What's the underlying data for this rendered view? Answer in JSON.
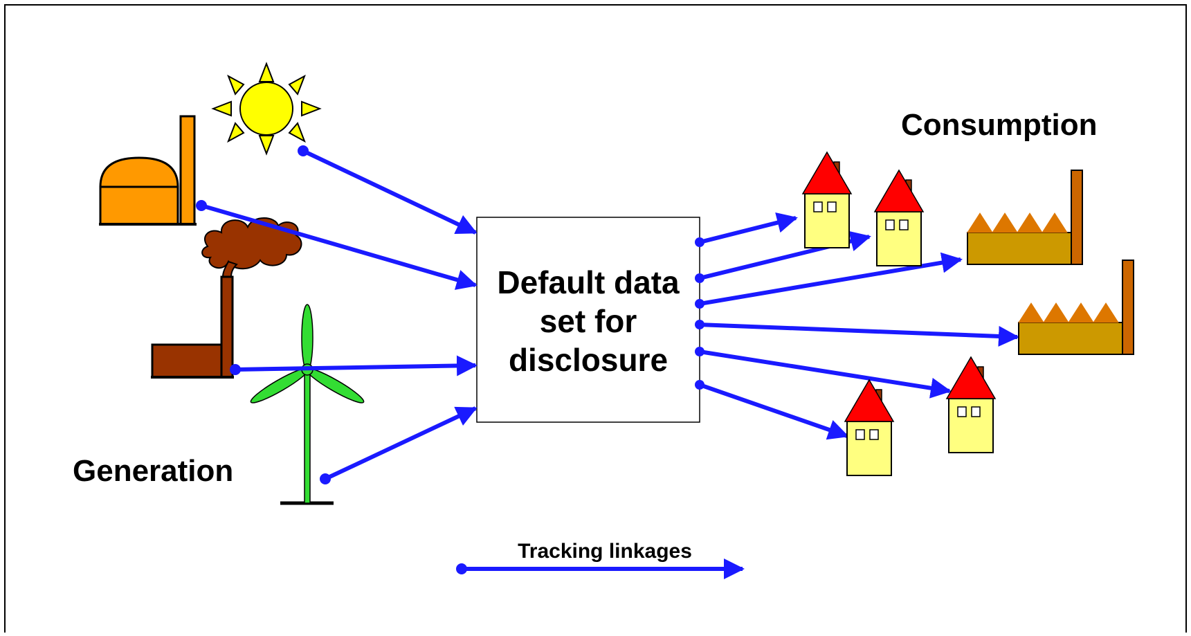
{
  "labels": {
    "generation": "Generation",
    "consumption": "Consumption",
    "center_line1": "Default data",
    "center_line2": "set for",
    "center_line3": "disclosure",
    "legend": "Tracking linkages"
  },
  "icons": {
    "generation": [
      "sun-icon",
      "biogas-plant-icon",
      "fossil-power-plant-icon",
      "wind-turbine-icon"
    ],
    "consumption": [
      "house-icon",
      "house-icon",
      "factory-icon",
      "factory-icon",
      "house-icon",
      "house-icon"
    ]
  },
  "colors": {
    "arrow": "#1a1aff",
    "house_roof": "#ff0000",
    "house_wall": "#ffff80",
    "factory_body": "#cc9900",
    "factory_roof": "#dd7700",
    "sun": "#ffff00",
    "biogas": "#ff9900",
    "fossil_plant": "#993300",
    "smoke": "#993300",
    "wind_turbine": "#33dd33"
  }
}
